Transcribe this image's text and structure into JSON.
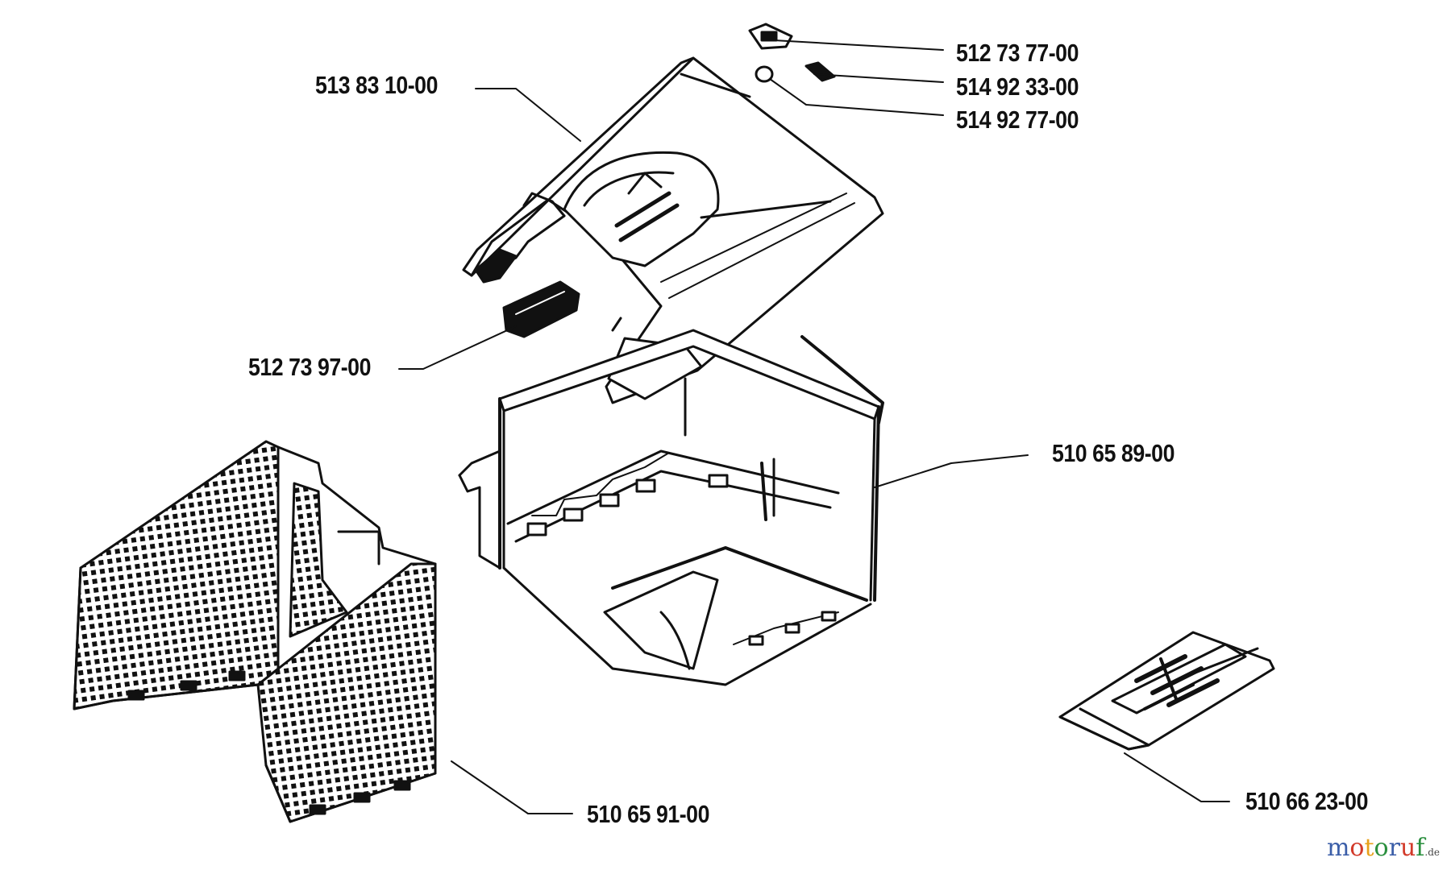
{
  "part_labels": {
    "p1": "512 73 77-00",
    "p2": "514 92 33-00",
    "p3": "514 92 77-00",
    "p4": "513 83 10-00",
    "p5": "512 73 97-00",
    "p6": "510 65 89-00",
    "p7": "510 65 91-00",
    "p8": "510 66 23-00"
  },
  "watermark": {
    "text": "motoruf",
    "tld": ".de",
    "colors": [
      "#3b5ea8",
      "#d23a2a",
      "#e8a11b",
      "#2a8f3e",
      "#3b5ea8",
      "#d23a2a",
      "#2a8f3e"
    ]
  }
}
